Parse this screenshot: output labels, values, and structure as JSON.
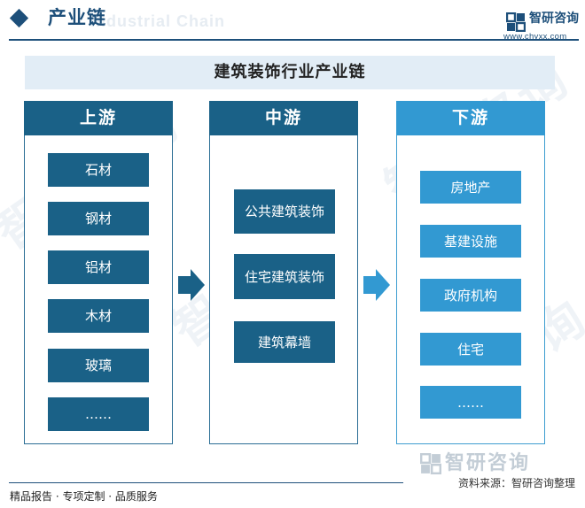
{
  "header": {
    "title": "产业链",
    "ghost_text": "Industrial Chain",
    "logo_name": "智研咨询",
    "logo_url": "www.chyxx.com"
  },
  "diagram": {
    "title": "建筑装饰行业产业链",
    "columns": [
      {
        "header": "上游",
        "items": [
          "石材",
          "钢材",
          "铝材",
          "木材",
          "玻璃",
          "……"
        ]
      },
      {
        "header": "中游",
        "items": [
          "公共建筑装饰",
          "住宅建筑装饰",
          "建筑幕墙"
        ]
      },
      {
        "header": "下游",
        "items": [
          "房地产",
          "基建设施",
          "政府机构",
          "住宅",
          "……"
        ]
      }
    ]
  },
  "watermark": {
    "text": "智研咨询"
  },
  "footer": {
    "brand": "智研咨询",
    "source": "资料来源：智研咨询整理",
    "tagline": "精品报告 · 专项定制 · 品质服务"
  },
  "colors": {
    "primary": "#1a6187",
    "downstream": "#3299d2",
    "title_band": "#e2edf6",
    "header_accent": "#1d4f7a"
  }
}
